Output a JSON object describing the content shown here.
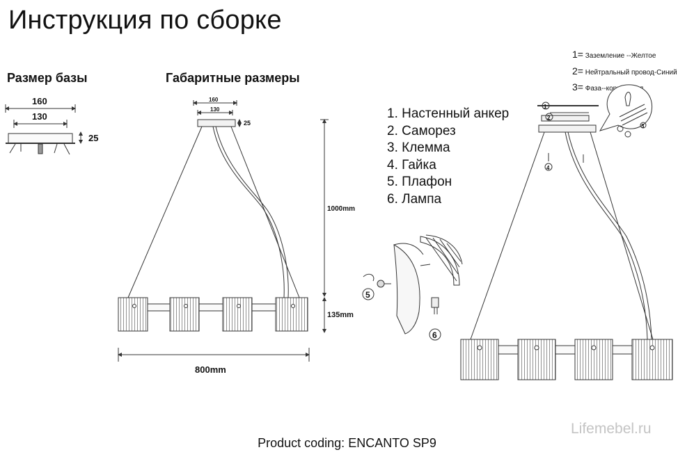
{
  "title": "Инструкция по сборке",
  "base_size": {
    "label": "Размер базы",
    "width_outer": "160",
    "width_inner": "130",
    "height": "25"
  },
  "overall_dims": {
    "label": "Габаритные размеры",
    "top_outer": "160",
    "top_inner": "130",
    "top_height": "25",
    "drop": "1000mm",
    "shade_height": "135mm",
    "length": "800mm"
  },
  "parts": [
    "1. Настенный анкер",
    "2. Саморез",
    "3. Клемма",
    "4. Гайка",
    "5. Плафон",
    "6. Лампа"
  ],
  "wiring": [
    {
      "num": "1=",
      "text": "Заземление --Желтое"
    },
    {
      "num": "2=",
      "text": "Нейтральный провод-Синий"
    },
    {
      "num": "3=",
      "text": "Фаза--коричневая"
    }
  ],
  "callouts": {
    "anchor": "1",
    "screw": "2",
    "clamp": "3",
    "nut": "4",
    "shade": "5",
    "lamp": "6"
  },
  "footer": "Product coding: ENCANTO SP9",
  "watermark": "Lifemebel.ru"
}
